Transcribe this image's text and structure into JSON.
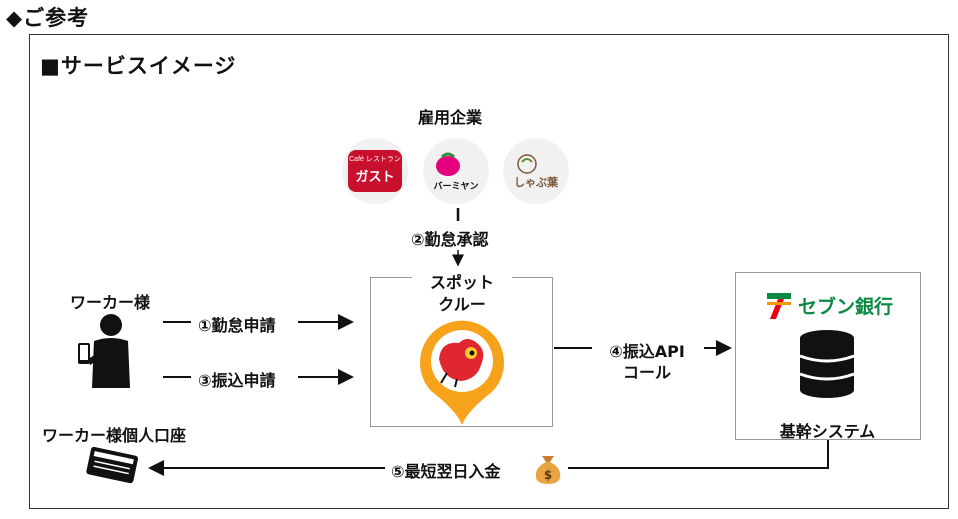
{
  "heading": "◆ご参考",
  "subheading": "■サービスイメージ",
  "employers": {
    "title": "雇用企業",
    "logos": [
      {
        "name": "gusto-logo",
        "small": "Café レストラン",
        "main": "ガスト",
        "color": "#c8102e"
      },
      {
        "name": "bamiyan-logo",
        "main": "バーミヤン",
        "color": "#e6007e"
      },
      {
        "name": "shabuyo-logo",
        "main": "しゃぶ葉",
        "color": "#7a5a3a"
      }
    ]
  },
  "worker": {
    "label": "ワーカー様"
  },
  "account": {
    "label": "ワーカー様個人口座"
  },
  "spotcrew": {
    "line1": "スポット",
    "line2": "クルー",
    "accent": "#f7a21b"
  },
  "bank": {
    "name": "セブン銀行",
    "system": "基幹システム",
    "brand_color": "#0b8a43"
  },
  "steps": {
    "s1": "①勤怠申請",
    "s2": "②勤怠承認",
    "s3": "③振込申請",
    "s4_line1": "④振込API",
    "s4_line2": "コール",
    "s5": "⑤最短翌日入金"
  }
}
